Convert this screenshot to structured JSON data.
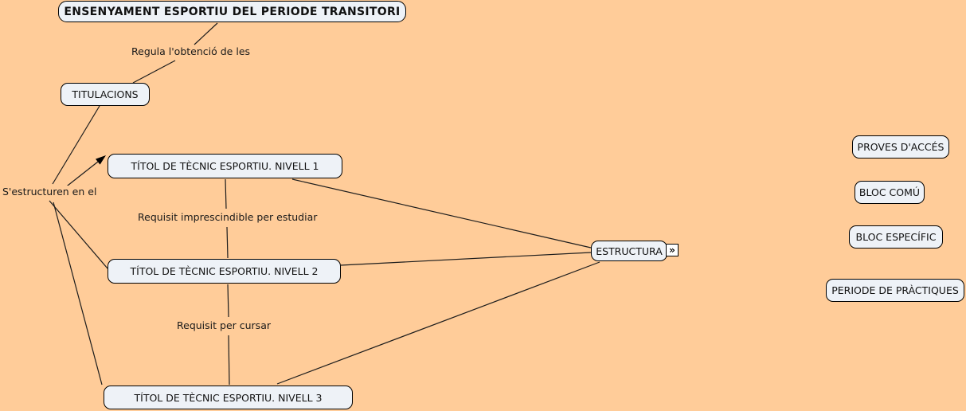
{
  "diagram": {
    "type": "concept-map",
    "background_color": "#ffcc99",
    "node_fill_color": "#eef2f7",
    "node_border_color": "#000000",
    "line_color": "#1c1c1c"
  },
  "nodes": {
    "root": {
      "label": "ENSENYAMENT ESPORTIU DEL PERIODE TRANSITORI"
    },
    "titulacions": {
      "label": "TITULACIONS"
    },
    "nivell1": {
      "label": "TÍTOL DE TÈCNIC ESPORTIU. NIVELL 1"
    },
    "nivell2": {
      "label": "TÍTOL DE TÈCNIC ESPORTIU. NIVELL 2"
    },
    "nivell3": {
      "label": "TÍTOL DE TÈCNIC ESPORTIU. NIVELL 3"
    },
    "estructura": {
      "label": "ESTRUCTURA",
      "expand_icon": "»"
    },
    "proves_acces": {
      "label": "PROVES D'ACCÉS"
    },
    "bloc_comu": {
      "label": "BLOC COMÚ"
    },
    "bloc_especific": {
      "label": "BLOC ESPECÍFIC"
    },
    "periode_practiques": {
      "label": "PERIODE DE PRÀCTIQUES"
    }
  },
  "link_phrases": {
    "regula": {
      "label": "Regula l'obtenció de les"
    },
    "estructuren": {
      "label": "S'estructuren en el"
    },
    "requisit_estudiar": {
      "label": "Requisit imprescindible per estudiar"
    },
    "requisit_cursar": {
      "label": "Requisit per cursar"
    }
  }
}
